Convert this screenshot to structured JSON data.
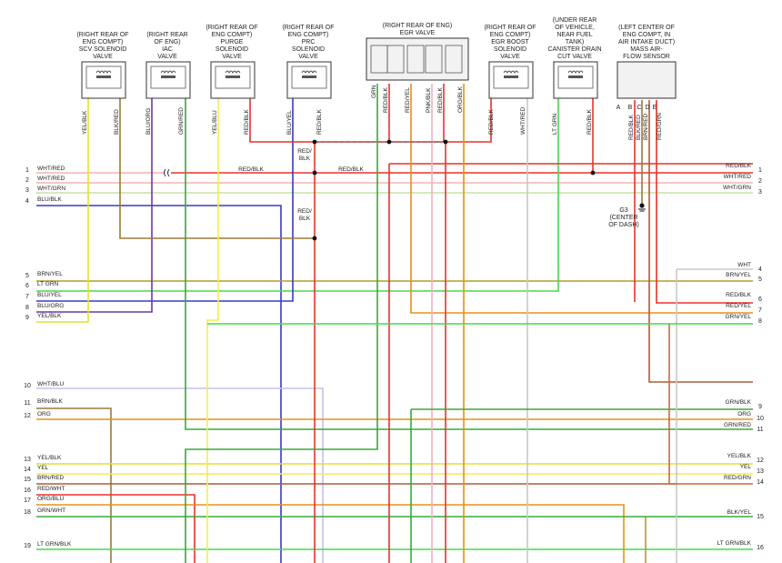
{
  "components": [
    {
      "id": "scv",
      "lines": [
        "(RIGHT REAR OF",
        "ENG COMPT)",
        "SCV SOLENOID",
        "VALVE"
      ]
    },
    {
      "id": "iac",
      "lines": [
        "(RIGHT REAR",
        "OF ENG)",
        "IAC",
        "VALVE"
      ]
    },
    {
      "id": "purge",
      "lines": [
        "(RIGHT REAR OF",
        "ENG COMPT)",
        "PURGE",
        "SOLENOID",
        "VALVE"
      ]
    },
    {
      "id": "prc",
      "lines": [
        "(RIGHT REAR OF",
        "ENG COMPT)",
        "PRC",
        "SOLENOID",
        "VALVE"
      ]
    },
    {
      "id": "egr",
      "lines": [
        "(RIGHT REAR OF ENG)",
        "EGR VALVE"
      ]
    },
    {
      "id": "egrboost",
      "lines": [
        "(RIGHT REAR OF",
        "ENG COMPT)",
        "EGR BOOST",
        "SOLENOID",
        "VALVE"
      ]
    },
    {
      "id": "canister",
      "lines": [
        "(UNDER REAR",
        "OF VEHICLE,",
        "NEAR FUEL",
        "TANK)",
        "CANISTER DRAIN",
        "CUT VALVE"
      ]
    },
    {
      "id": "maf",
      "lines": [
        "(LEFT CENTER OF",
        "ENG COMPT, IN",
        "AIR INTAKE DUCT)",
        "MASS AIR-",
        "FLOW SENSOR"
      ]
    }
  ],
  "maf_pins": [
    "A",
    "B",
    "C",
    "D",
    "E"
  ],
  "ground": {
    "lines": [
      "G3",
      "(CENTER",
      "OF DASH)"
    ]
  },
  "vertical_labels": [
    {
      "id": "scv-1",
      "text": "YEL/BLK"
    },
    {
      "id": "scv-2",
      "text": "BLK/RED"
    },
    {
      "id": "iac-1",
      "text": "BLU/ORG"
    },
    {
      "id": "iac-2",
      "text": "GRN/RED"
    },
    {
      "id": "purge-1",
      "text": "YEL/BLU"
    },
    {
      "id": "purge-2",
      "text": "RED/BLK"
    },
    {
      "id": "prc-1",
      "text": "BLU/YEL"
    },
    {
      "id": "prc-2",
      "text": "RED/BLK"
    },
    {
      "id": "egr-1",
      "text": "GRN"
    },
    {
      "id": "egr-2",
      "text": "RED/BLK"
    },
    {
      "id": "egr-3",
      "text": "RED/YEL"
    },
    {
      "id": "egr-4",
      "text": "PNK/BLK"
    },
    {
      "id": "egr-5",
      "text": "RED/BLK"
    },
    {
      "id": "egr-6",
      "text": "ORG/BLK"
    },
    {
      "id": "boost-1",
      "text": "RED/BLK"
    },
    {
      "id": "boost-2",
      "text": "WHT/RED"
    },
    {
      "id": "can-1",
      "text": "LT GRN"
    },
    {
      "id": "can-2",
      "text": "RED/BLK"
    },
    {
      "id": "maf-b",
      "text": "RED/BLK"
    },
    {
      "id": "maf-c",
      "text": "BLK/RED"
    },
    {
      "id": "maf-d",
      "text": "BRN/RED"
    },
    {
      "id": "maf-e",
      "text": "RED/GRN"
    }
  ],
  "inline_labels": [
    {
      "id": "splice-1",
      "lines": [
        "RED/",
        "BLK"
      ]
    },
    {
      "id": "splice-2",
      "lines": [
        "RED/",
        "BLK"
      ]
    },
    {
      "id": "bus-1a",
      "lines": [
        "RED/BLK"
      ]
    },
    {
      "id": "bus-1b",
      "lines": [
        "RED/BLK"
      ]
    }
  ],
  "left_pins": [
    {
      "num": "1",
      "label": "WHT/RED"
    },
    {
      "num": "2",
      "label": "WHT/RED"
    },
    {
      "num": "3",
      "label": "WHT/GRN"
    },
    {
      "num": "4",
      "label": "BLU/BLK"
    },
    {
      "num": "5",
      "label": "BRN/YEL"
    },
    {
      "num": "6",
      "label": "LT GRN"
    },
    {
      "num": "7",
      "label": "BLU/YEL"
    },
    {
      "num": "8",
      "label": "BLU/ORG"
    },
    {
      "num": "9",
      "label": "YEL/BLK"
    },
    {
      "num": "10",
      "label": "WHT/BLU"
    },
    {
      "num": "11",
      "label": "BRN/BLK"
    },
    {
      "num": "12",
      "label": "ORG"
    },
    {
      "num": "13",
      "label": "YEL/BLK"
    },
    {
      "num": "14",
      "label": "YEL"
    },
    {
      "num": "15",
      "label": "BRN/RED"
    },
    {
      "num": "16",
      "label": "RED/WHT"
    },
    {
      "num": "17",
      "label": "ORG/BLU"
    },
    {
      "num": "18",
      "label": "GRN/WHT"
    },
    {
      "num": "19",
      "label": "LT GRN/BLK"
    }
  ],
  "right_pins": [
    {
      "num": "1",
      "label": "RED/BLK"
    },
    {
      "num": "2",
      "label": "WHT/RED"
    },
    {
      "num": "3",
      "label": "WHT/GRN"
    },
    {
      "num": "4",
      "label": "WHT"
    },
    {
      "num": "5",
      "label": "BRN/YEL"
    },
    {
      "num": "6",
      "label": "RED/BLK"
    },
    {
      "num": "7",
      "label": "RED/YEL"
    },
    {
      "num": "8",
      "label": "GRN/YEL"
    },
    {
      "num": "9",
      "label": "GRN/BLK"
    },
    {
      "num": "10",
      "label": "ORG"
    },
    {
      "num": "11",
      "label": "GRN/RED"
    },
    {
      "num": "12",
      "label": "YEL/BLK"
    },
    {
      "num": "13",
      "label": "YEL"
    },
    {
      "num": "14",
      "label": "RED/GRN"
    },
    {
      "num": "15",
      "label": "BLK/YEL"
    },
    {
      "num": "16",
      "label": "LT GRN/BLK"
    }
  ],
  "colors": {
    "red": "#e8322a",
    "wht_red": "#f3b4b4",
    "wht_grn": "#c8e0a8",
    "blu_blk": "#3838c8",
    "brn": "#9a7a3a",
    "brn_yel": "#b89a2a",
    "lt_grn": "#48d848",
    "grn": "#3aa83a",
    "yel": "#f0ee50",
    "yel_blk": "#e4e030",
    "org": "#e8901a",
    "wht_blu": "#c8c0ea",
    "pnk": "#f0b0c0",
    "gray": "#c8c8c8",
    "blu_org": "#6a3aa8",
    "brn_red": "#b05a3a",
    "red_grn": "#c86a3a"
  }
}
